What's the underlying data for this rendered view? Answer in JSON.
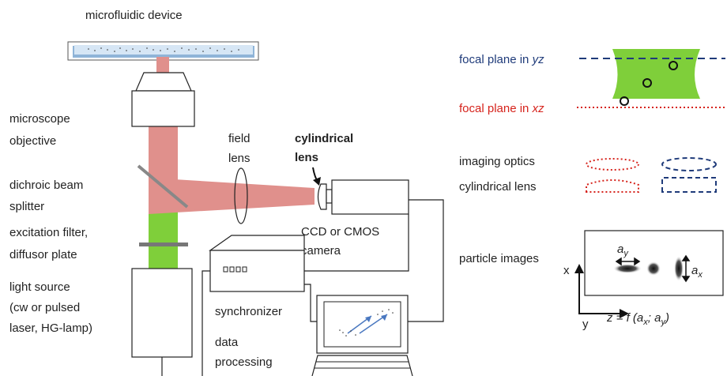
{
  "labels": {
    "microfluidic": "microfluidic device",
    "objective_1": "microscope",
    "objective_2": "objective",
    "dichroic_1": "dichroic beam",
    "dichroic_2": "splitter",
    "filter_1": "excitation filter,",
    "filter_2": "diffusor plate",
    "light_1": "light source",
    "light_2": "(cw or pulsed",
    "light_3": "laser, HG-lamp)",
    "field_1": "field",
    "field_2": "lens",
    "cyl_1": "cylindrical",
    "cyl_2": "lens",
    "camera_1": "CCD or CMOS",
    "camera_2": "camera",
    "synchronizer": "synchronizer",
    "data_1": "data",
    "data_2": "processing",
    "focal_yz_prefix": "focal plane in ",
    "focal_yz_axis": "yz",
    "focal_xz_prefix": "focal plane in ",
    "focal_xz_axis": "xz",
    "imaging_optics": "imaging optics",
    "cylindrical_lens": "cylindrical lens",
    "particle_images": "particle images",
    "axis_x": "x",
    "axis_y": "y",
    "ay_main": "a",
    "ay_sub": "y",
    "ax_main": "a",
    "ax_sub": "x",
    "formula_z": "z = f (a",
    "formula_x": "x",
    "formula_sep": "; a",
    "formula_y": "y",
    "formula_end": ")"
  },
  "colors": {
    "green": "#7fcf3a",
    "beam_red": "#e0908c",
    "blue": "#1f3b7a",
    "red": "#d6231c",
    "slide_blue": "#b7d3ec"
  }
}
